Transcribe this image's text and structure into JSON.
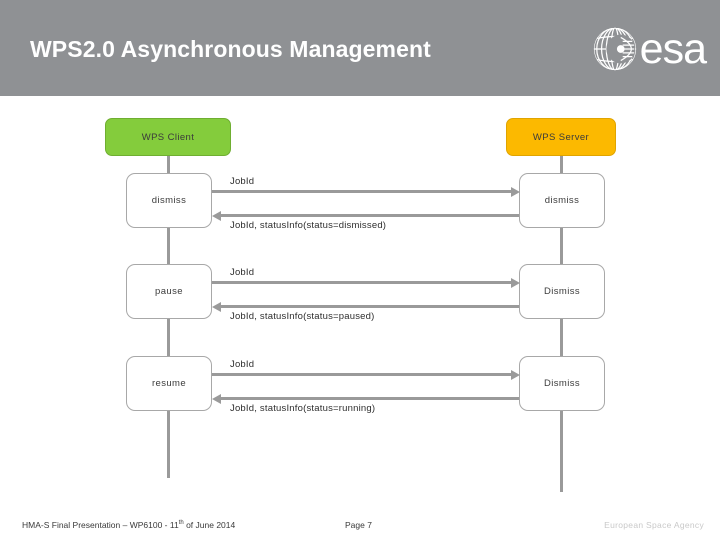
{
  "header": {
    "title": "WPS2.0 Asynchronous Management",
    "logo_text": "esa",
    "logo_mark_name": "esa-globe-icon",
    "band_color": "#8f9194"
  },
  "diagram": {
    "type": "sequence-diagram",
    "actors": [
      {
        "label": "WPS Client",
        "color": "#84cc3c",
        "side": "left"
      },
      {
        "label": "WPS Server",
        "color": "#fcb900",
        "side": "right"
      }
    ],
    "interactions": [
      {
        "client_activity": "dismiss",
        "server_activity": "dismiss",
        "request_label": "JobId",
        "response_label": "JobId, statusInfo(status=dismissed)"
      },
      {
        "client_activity": "pause",
        "server_activity": "Dismiss",
        "request_label": "JobId",
        "response_label": "JobId, statusInfo(status=paused)"
      },
      {
        "client_activity": "resume",
        "server_activity": "Dismiss",
        "request_label": "JobId",
        "response_label": "JobId, statusInfo(status=running)"
      }
    ]
  },
  "footer": {
    "note_main": "HMA-S Final Presentation – WP6100 - 11",
    "note_sup": "th",
    "note_tail": " of June 2014",
    "page": "Page 7",
    "agency": "European Space Agency"
  }
}
